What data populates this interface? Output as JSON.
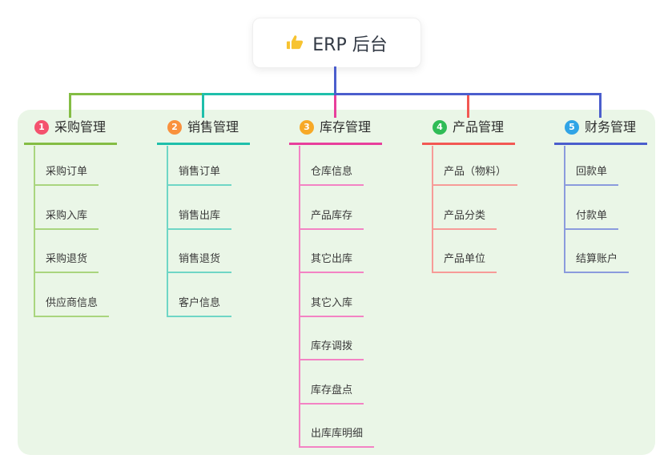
{
  "app": {
    "type": "mind-map",
    "title": "ERP 后台"
  },
  "root": {
    "label": "ERP 后台",
    "icon": "thumbs-up-icon",
    "icon_color": "#f7c331",
    "connector_color": "#4b5ecd"
  },
  "panel": {
    "background": "#eaf6e7"
  },
  "branches": [
    {
      "badge": "1",
      "label": "采购管理",
      "badge_color": "#f4526e",
      "line_color": "#84bd44",
      "child_line_color": "#a9d57e",
      "children": [
        "采购订单",
        "采购入库",
        "采购退货",
        "供应商信息"
      ]
    },
    {
      "badge": "2",
      "label": "销售管理",
      "badge_color": "#f9913d",
      "line_color": "#1fbfab",
      "child_line_color": "#6fd6c6",
      "children": [
        "销售订单",
        "销售出库",
        "销售退货",
        "客户信息"
      ]
    },
    {
      "badge": "3",
      "label": "库存管理",
      "badge_color": "#f7a927",
      "line_color": "#e83f9c",
      "child_line_color": "#f383c4",
      "children": [
        "仓库信息",
        "产品库存",
        "其它出库",
        "其它入库",
        "库存调拨",
        "库存盘点",
        "出库库明细"
      ]
    },
    {
      "badge": "4",
      "label": "产品管理",
      "badge_color": "#2fbc56",
      "line_color": "#f25853",
      "child_line_color": "#f79b98",
      "children": [
        "产品（物料）",
        "产品分类",
        "产品单位"
      ]
    },
    {
      "badge": "5",
      "label": "财务管理",
      "badge_color": "#30a4e6",
      "line_color": "#4b5ecd",
      "child_line_color": "#8b9bdd",
      "children": [
        "回款单",
        "付款单",
        "结算账户"
      ]
    }
  ]
}
